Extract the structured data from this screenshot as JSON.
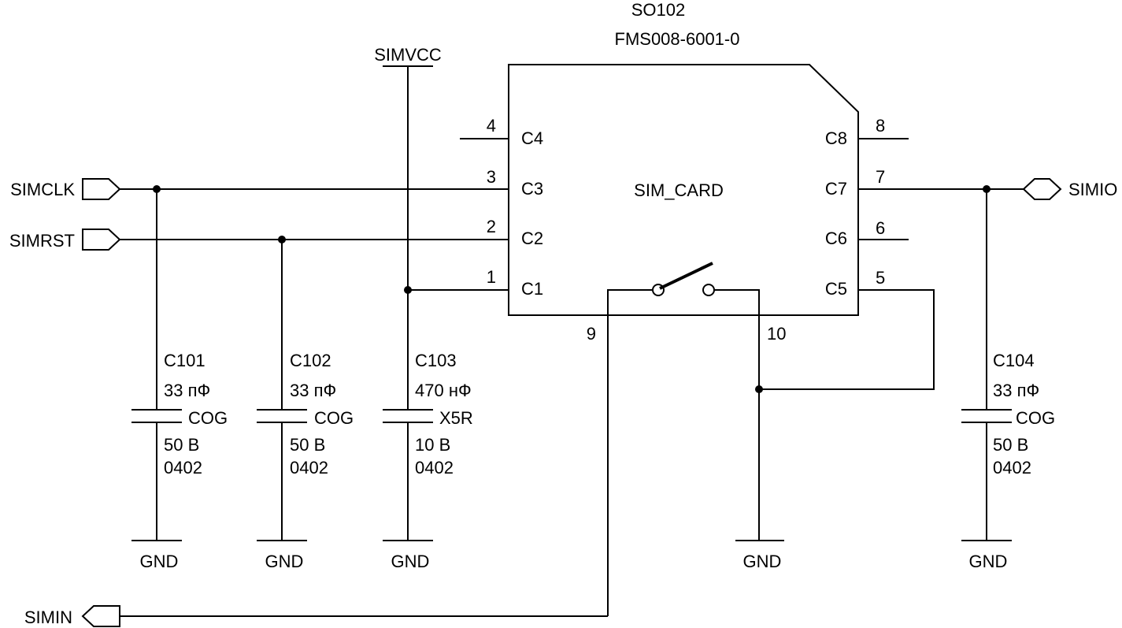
{
  "component": {
    "refdes": "SO102",
    "part_number": "FMS008-6001-0",
    "body_label": "SIM_CARD",
    "pins": {
      "p4_num": "4",
      "p4_name": "C4",
      "p3_num": "3",
      "p3_name": "C3",
      "p2_num": "2",
      "p2_name": "C2",
      "p1_num": "1",
      "p1_name": "C1",
      "p8_num": "8",
      "p8_name": "C8",
      "p7_num": "7",
      "p7_name": "C7",
      "p6_num": "6",
      "p6_name": "C6",
      "p5_num": "5",
      "p5_name": "C5",
      "p9_num": "9",
      "p10_num": "10"
    }
  },
  "nets": {
    "simvcc": "SIMVCC",
    "simclk": "SIMCLK",
    "simrst": "SIMRST",
    "simio": "SIMIO",
    "simin": "SIMIN",
    "gnd": "GND"
  },
  "capacitors": {
    "c101": {
      "ref": "C101",
      "value": "33 пФ",
      "dielectric": "COG",
      "voltage": "50 В",
      "package": "0402"
    },
    "c102": {
      "ref": "C102",
      "value": "33 пФ",
      "dielectric": "COG",
      "voltage": "50 В",
      "package": "0402"
    },
    "c103": {
      "ref": "C103",
      "value": "470 нФ",
      "dielectric": "X5R",
      "voltage": "10 В",
      "package": "0402"
    },
    "c104": {
      "ref": "C104",
      "value": "33 пФ",
      "dielectric": "COG",
      "voltage": "50 В",
      "package": "0402"
    }
  }
}
